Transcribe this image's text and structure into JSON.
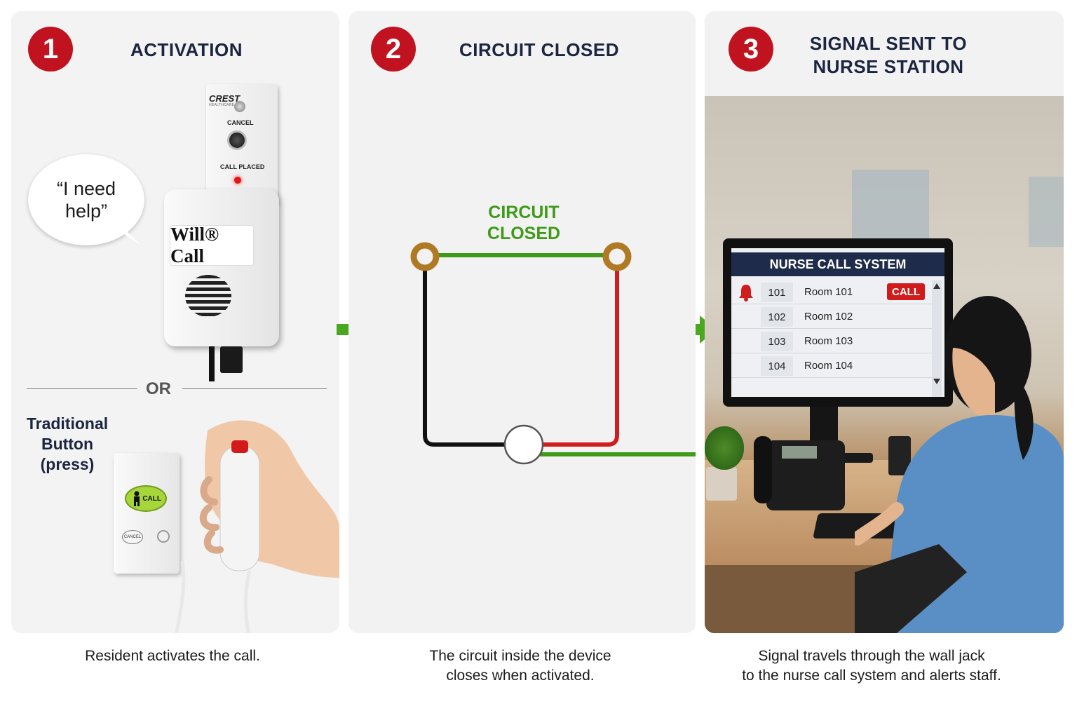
{
  "panels": [
    {
      "number": "1",
      "title": "ACTIVATION",
      "caption": "Resident activates the call.",
      "device": {
        "brand": "CREST",
        "brand_sub": "HEALTHCARE",
        "cancel_label": "CANCEL",
        "call_placed_label": "CALL PLACED",
        "product_label": "Will® Call"
      },
      "speech_bubble": "“I need\nhelp”",
      "or_text": "OR",
      "traditional_label": "Traditional\nButton\n(press)",
      "plate": {
        "call_label": "CALL",
        "cancel_label": "CANCEL"
      }
    },
    {
      "number": "2",
      "title": "CIRCUIT CLOSED",
      "caption": "The circuit inside the device\ncloses when activated.",
      "circuit_label": "CIRCUIT\nCLOSED"
    },
    {
      "number": "3",
      "title": "SIGNAL SENT TO\nNURSE STATION",
      "caption": "Signal travels through the wall jack\nto the nurse call system and alerts staff.",
      "screen": {
        "title": "NURSE CALL SYSTEM",
        "call_badge": "CALL",
        "rows": [
          {
            "num": "101",
            "room": "Room 101"
          },
          {
            "num": "102",
            "room": "Room 102"
          },
          {
            "num": "103",
            "room": "Room 103"
          },
          {
            "num": "104",
            "room": "Room 104"
          }
        ]
      }
    }
  ],
  "colors": {
    "step_red": "#c1121f",
    "arrow_green": "#4aa820",
    "wire_green": "#3f9a1a",
    "wire_red": "#d01c1c",
    "wire_black": "#111111",
    "title_navy": "#1b2540"
  },
  "icons": [
    "speech-bubble-icon",
    "arrow-right-icon",
    "bell-icon",
    "person-icon"
  ]
}
